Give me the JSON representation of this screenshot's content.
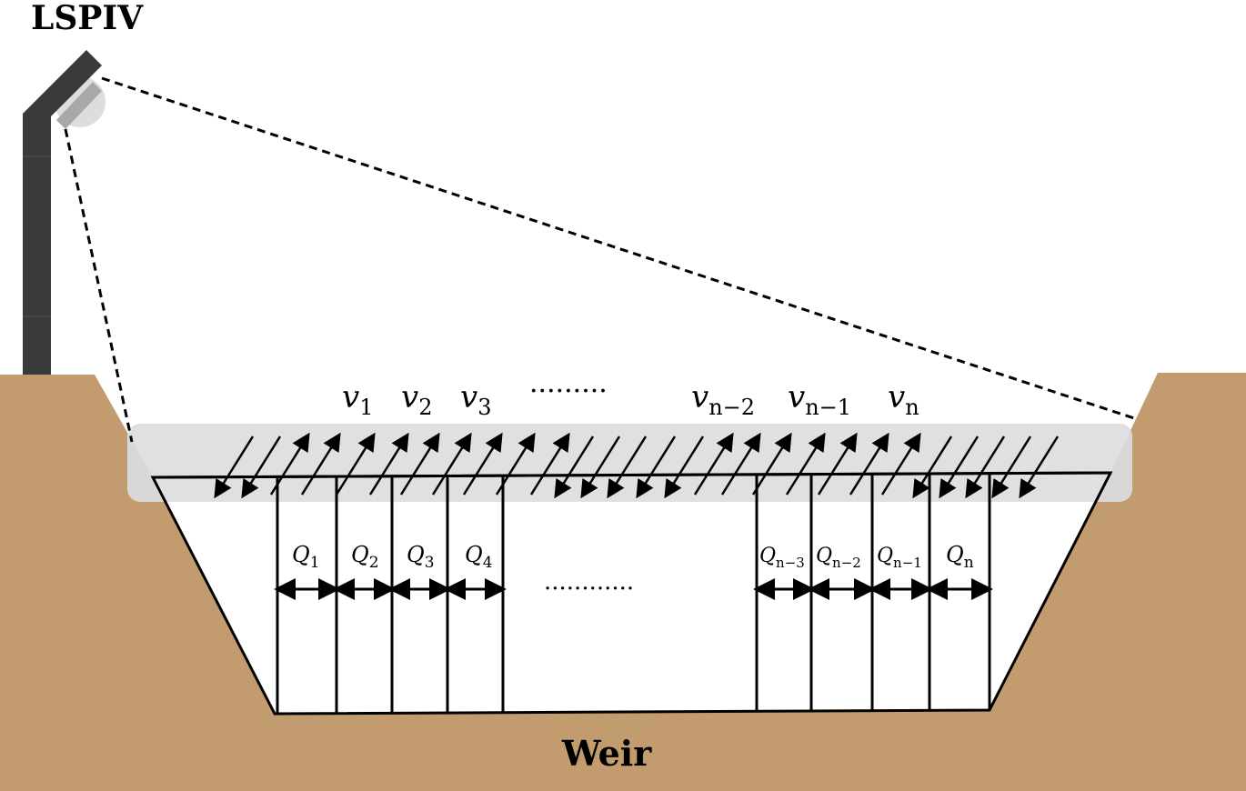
{
  "title": "LSPIV",
  "bottom_label": "Weir",
  "velocity_labels": [
    {
      "main": "v",
      "sub": "1"
    },
    {
      "main": "v",
      "sub": "2"
    },
    {
      "main": "v",
      "sub": "3"
    },
    {
      "main": "v",
      "sub": "n−2"
    },
    {
      "main": "v",
      "sub": "n−1"
    },
    {
      "main": "v",
      "sub": "n"
    }
  ],
  "velocity_ellipsis": "·········",
  "discharge_labels": [
    {
      "main": "Q",
      "sub": "1"
    },
    {
      "main": "Q",
      "sub": "2"
    },
    {
      "main": "Q",
      "sub": "3"
    },
    {
      "main": "Q",
      "sub": "4"
    },
    {
      "main": "Q",
      "sub": "n−3"
    },
    {
      "main": "Q",
      "sub": "n−2"
    },
    {
      "main": "Q",
      "sub": "n−1"
    },
    {
      "main": "Q",
      "sub": "n"
    }
  ],
  "discharge_ellipsis": "············",
  "colors": {
    "ground": "#c29c6e",
    "pole": "#3a3a3a",
    "water_band": "#dcdde0",
    "line": "#000000"
  }
}
